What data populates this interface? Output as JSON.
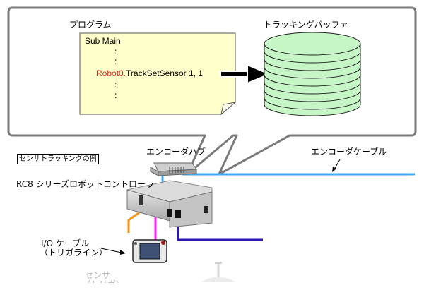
{
  "callout": {
    "program_title": "プログラム",
    "buffer_title": "トラッキングバッファ",
    "code_lines": [
      {
        "text": "Sub Main"
      },
      {
        "text": ":"
      },
      {
        "text": ":"
      },
      {
        "prefix": "Robot0.",
        "text": "TrackSetSensor 1, 1"
      },
      {
        "text": ":"
      },
      {
        "text": ":"
      }
    ]
  },
  "diagram": {
    "example_label": "センサトラッキングの例",
    "encoder_hub_label": "エンコーダハブ",
    "encoder_cable_label": "エンコーダケーブル",
    "controller_label": "RC8 シリーズロボットコントローラ",
    "io_cable_label_line1": "I/O ケーブル",
    "io_cable_label_line2": "（トリガライン）",
    "sensor_label_line1": "センサ",
    "sensor_label_line2": "（トリガ）"
  },
  "colors": {
    "code_highlight": "#e8231c",
    "note_fill": "#ffffcc",
    "buffer_fill": "#c6f5c6",
    "encoder_cable": "#40a8f0",
    "io_cable": "#ff22ee",
    "sensor_cable": "#f7941d",
    "motor_cable": "#2a16b5",
    "callout_border": "#7a7a7a"
  }
}
